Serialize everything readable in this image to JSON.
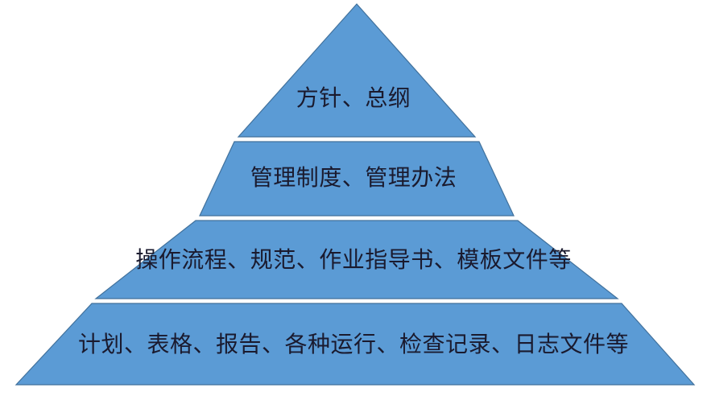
{
  "diagram": {
    "kind": "pyramid-diagram",
    "levels_count": 4,
    "background_color": "#ffffff",
    "fill_color": "#5B9BD5",
    "outline_color": "#41719C",
    "text_color": "#1a1a2e",
    "tiers": [
      {
        "index": 1,
        "position": "top",
        "label": "方针、总纲"
      },
      {
        "index": 2,
        "position": "upper-middle",
        "label": "管理制度、管理办法"
      },
      {
        "index": 3,
        "position": "lower-middle",
        "label": "操作流程、规范、作业指导书、模板文件等"
      },
      {
        "index": 4,
        "position": "bottom",
        "label": "计划、表格、报告、各种运行、检查记录、日志文件等"
      }
    ]
  }
}
